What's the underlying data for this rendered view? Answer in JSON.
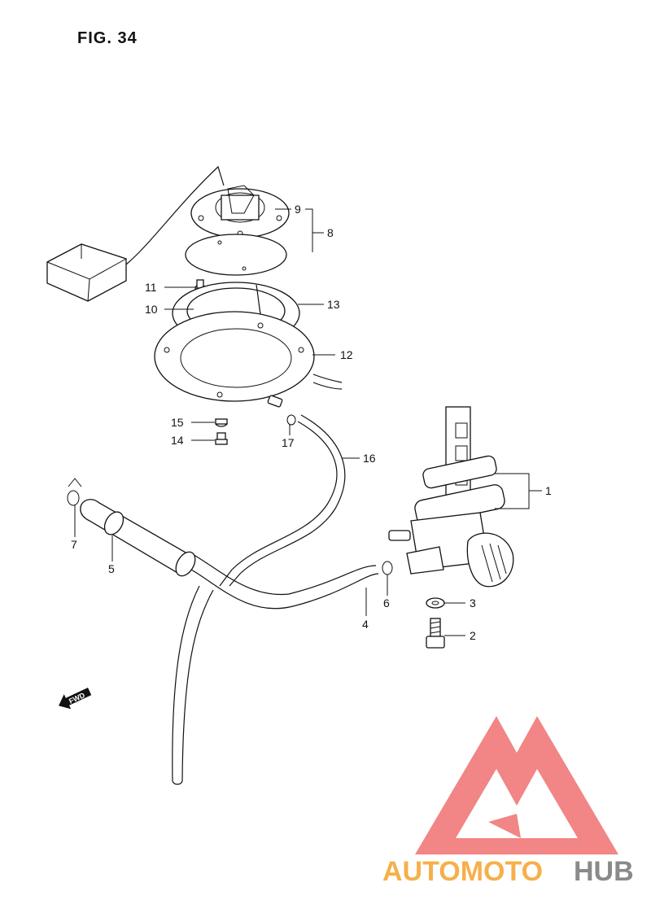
{
  "figure_title": "FIG. 34",
  "fwd_label": "FWD",
  "callouts": {
    "c1": "1",
    "c2": "2",
    "c3": "3",
    "c4": "4",
    "c5": "5",
    "c6": "6",
    "c7": "7",
    "c8": "8",
    "c9": "9",
    "c10": "10",
    "c11": "11",
    "c12": "12",
    "c13": "13",
    "c14": "14",
    "c15": "15",
    "c16": "16",
    "c17": "17"
  },
  "watermark": {
    "part1": "AUTOMOTO",
    "part2": "HUB",
    "color_red": "#f05a5a",
    "color_orange": "#f5b04a",
    "color_gray": "#8a8a8a",
    "logo_icon": "triangle-m-logo-icon"
  }
}
